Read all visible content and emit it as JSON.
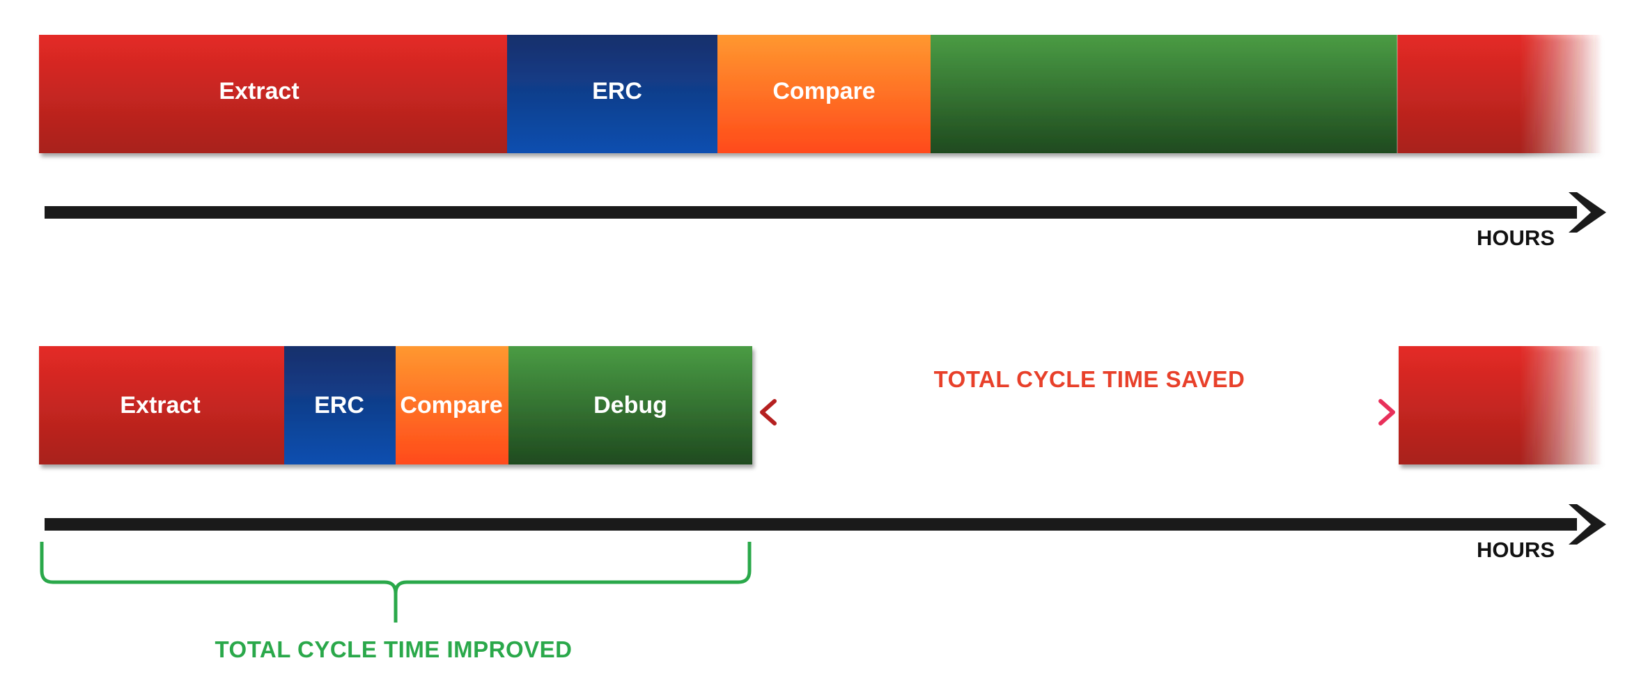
{
  "top_timeline": {
    "segments": [
      {
        "label": "Extract",
        "key": "extract"
      },
      {
        "label": "ERC",
        "key": "erc"
      },
      {
        "label": "Compare",
        "key": "compare"
      },
      {
        "label": "",
        "key": "debug"
      },
      {
        "label": "",
        "key": "extract-fade"
      }
    ],
    "axis_label": "HOURS"
  },
  "bottom_timeline": {
    "segments": [
      {
        "label": "Extract",
        "key": "extract"
      },
      {
        "label": "ERC",
        "key": "erc"
      },
      {
        "label": "Compare",
        "key": "compare"
      },
      {
        "label": "Debug",
        "key": "debug"
      }
    ],
    "axis_label": "HOURS",
    "saved_label": "TOTAL  CYCLE TIME SAVED",
    "improved_label": "TOTAL  CYCLE TIME IMPROVED"
  },
  "colors": {
    "extract_top": "#e42a26",
    "extract_bottom": "#a8211b",
    "erc_top": "#172f6b",
    "erc_bottom": "#0a4fb0",
    "compare_top": "#ff9830",
    "compare_bottom": "#ff4a1a",
    "debug_top": "#4a9c44",
    "debug_bottom": "#1f4a1f",
    "axis": "#1a1a1a",
    "saved_text": "#e8402a",
    "saved_arrow_left": "#b52020",
    "saved_arrow_right": "#e8305a",
    "improved": "#2aa84a"
  }
}
